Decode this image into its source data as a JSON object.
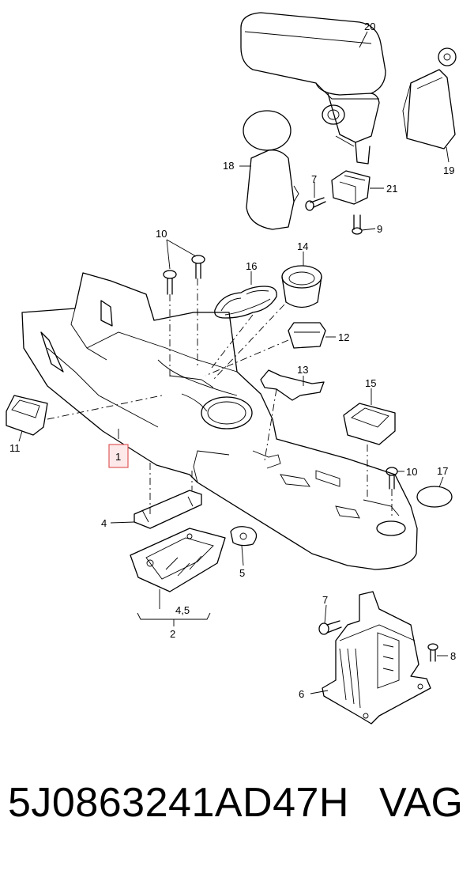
{
  "diagram": {
    "labels": {
      "p1": "1",
      "p2": "2",
      "p4": "4",
      "p45": "4,5",
      "p5": "5",
      "p6": "6",
      "p7a": "7",
      "p7b": "7",
      "p8": "8",
      "p9": "9",
      "p10a": "10",
      "p10b": "10",
      "p11": "11",
      "p12": "12",
      "p13": "13",
      "p14": "14",
      "p15": "15",
      "p16": "16",
      "p17": "17",
      "p18": "18",
      "p19": "19",
      "p20": "20",
      "p21": "21"
    },
    "highlight_color": "#e05a5a"
  },
  "footer": {
    "part_number": "5J0863241AD47H",
    "brand": "VAG"
  }
}
